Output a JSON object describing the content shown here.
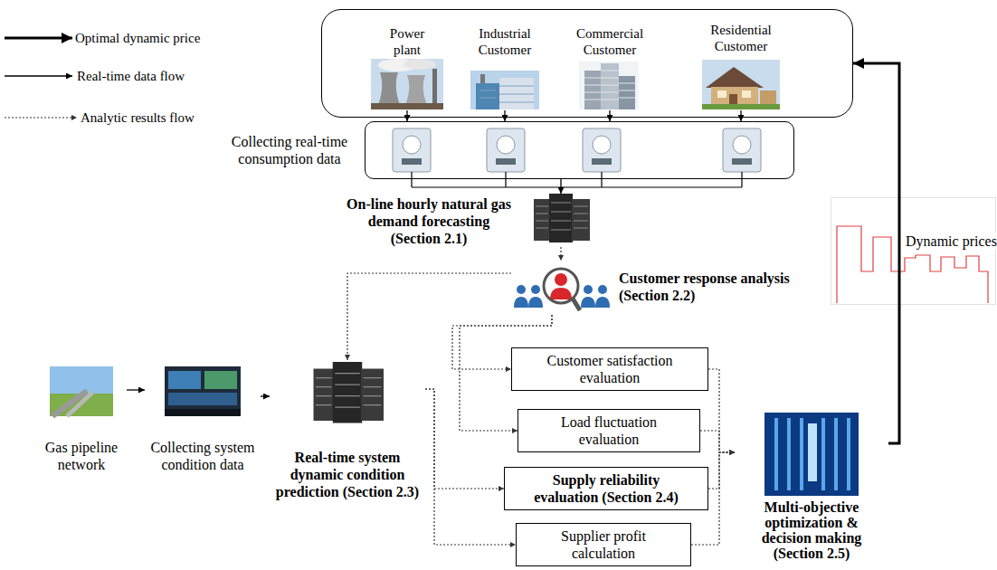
{
  "diagram": {
    "nodes": [
      {
        "text": []
      },
      {
        "text": [
          "Power plant"
        ],
        "in": 0
      },
      {
        "text": [
          "Industrial Customer"
        ],
        "in": 0
      },
      {
        "text": [
          "Commercial Customer"
        ],
        "in": 0
      },
      {
        "text": [
          "Residential Customer"
        ],
        "in": 0
      },
      {
        "text": [
          "Collecting real-time consumption data"
        ]
      },
      {
        "text": [
          "On-line hourly natural gas demand forecasting (Section 2.1)"
        ]
      },
      {
        "text": [
          "Customer response analysis (Section 2.2)"
        ]
      },
      {
        "text": [
          "Gas pipeline network"
        ]
      },
      {
        "text": [
          "Collecting system condition data"
        ]
      },
      {
        "text": [
          "Real-time system dynamic condition prediction (Section 2.3)"
        ]
      },
      {
        "text": [
          "Customer satisfaction evaluation"
        ]
      },
      {
        "text": [
          "Load fluctuation evaluation"
        ]
      },
      {
        "text": [
          "Supply reliability evaluation (Section 2.4)"
        ]
      },
      {
        "text": [
          "Supplier profit calculation"
        ]
      },
      {
        "text": [
          "Multi-objective optimization & decision making (Section 2.5)"
        ]
      }
    ],
    "edges": [
      {
        "from": 1,
        "to": 5,
        "arrow": "to"
      },
      {
        "from": 2,
        "to": 5,
        "arrow": "to"
      },
      {
        "from": 3,
        "to": 5,
        "arrow": "to"
      },
      {
        "from": 4,
        "to": 5,
        "arrow": "to"
      },
      {
        "from": 5,
        "to": 6,
        "arrow": "to"
      },
      {
        "from": 6,
        "to": 7,
        "arrow": "to"
      },
      {
        "from": 7,
        "to": 10,
        "arrow": "to"
      },
      {
        "from": 7,
        "to": 11,
        "arrow": "to"
      },
      {
        "from": 7,
        "to": 12,
        "arrow": "to"
      },
      {
        "from": 8,
        "to": 9,
        "arrow": "to"
      },
      {
        "from": 9,
        "to": 10,
        "arrow": "to"
      },
      {
        "from": 10,
        "to": 13,
        "arrow": "to"
      },
      {
        "from": 10,
        "to": 14,
        "arrow": "to"
      },
      {
        "from": 11,
        "to": 15,
        "arrow": "to"
      },
      {
        "from": 12,
        "to": 15,
        "arrow": "to"
      },
      {
        "from": 13,
        "to": 15,
        "arrow": "to"
      },
      {
        "from": 14,
        "to": 15,
        "arrow": "to"
      },
      {
        "from": 15,
        "to": 0,
        "arrow": "to"
      }
    ],
    "labels": [
      "Dynamic prices"
    ],
    "legend": [
      {
        "text": "Optimal dynamic price"
      },
      {
        "text": "Real-time data flow"
      },
      {
        "text": "Analytic results flow"
      }
    ]
  }
}
